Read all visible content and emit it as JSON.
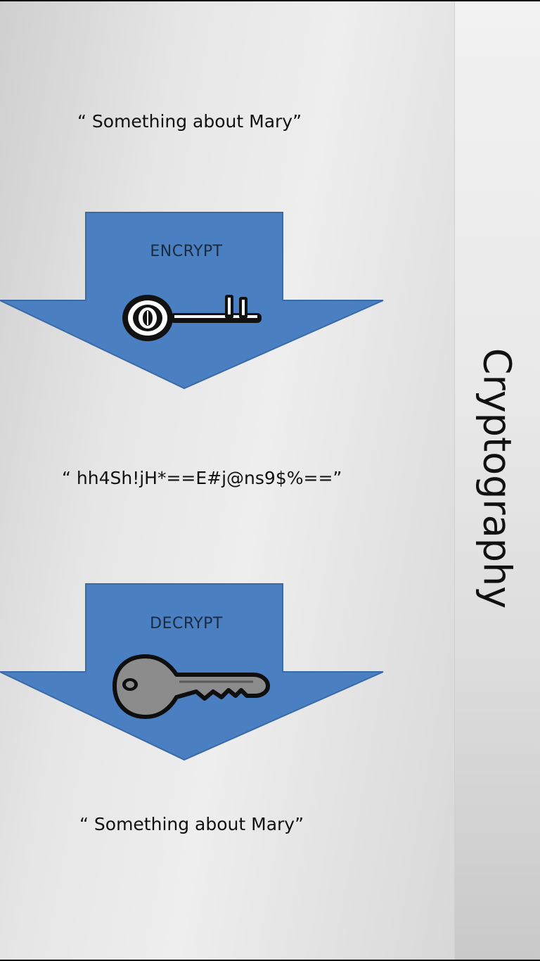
{
  "diagram": {
    "plaintext_top": "“ Something about Mary”",
    "encrypt_label": "ENCRYPT",
    "ciphertext": "“ hh4Sh!jH*==E#j@ns9$%==”",
    "decrypt_label": "DECRYPT",
    "plaintext_bottom": "“ Something about Mary”",
    "side_title": "Cryptography"
  },
  "icons": {
    "encrypt_key": "skeleton-key-icon",
    "decrypt_key": "key-icon"
  },
  "colors": {
    "arrow_fill": "#4a7fc1",
    "arrow_stroke": "#3c6aa6",
    "text": "#111111"
  }
}
